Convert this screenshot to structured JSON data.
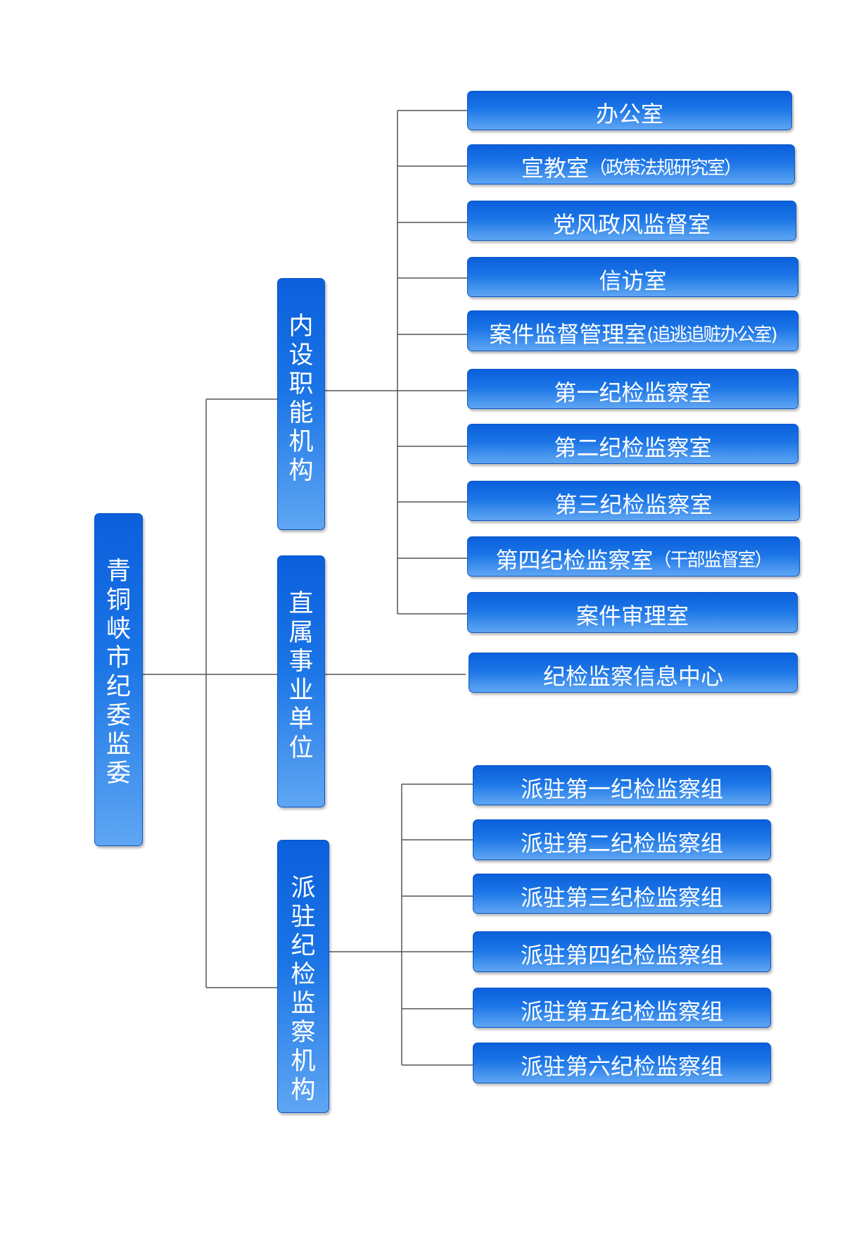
{
  "root": {
    "chars": [
      "青",
      "铜",
      "峡",
      "市",
      "纪",
      "委",
      "监",
      "委"
    ]
  },
  "groups": [
    {
      "chars": [
        "内",
        "设",
        "职",
        "能",
        "机",
        "构"
      ],
      "items": [
        {
          "main": "办公室",
          "note": ""
        },
        {
          "main": "宣教室",
          "note": "（政策法规研究室）"
        },
        {
          "main": "党风政风监督室",
          "note": ""
        },
        {
          "main": "信访室",
          "note": ""
        },
        {
          "main": "案件监督管理室",
          "note": "(追逃追赃办公室)"
        },
        {
          "main": "第一纪检监察室",
          "note": ""
        },
        {
          "main": "第二纪检监察室",
          "note": ""
        },
        {
          "main": "第三纪检监察室",
          "note": ""
        },
        {
          "main": "第四纪检监察室",
          "note": "（干部监督室）"
        },
        {
          "main": "案件审理室",
          "note": ""
        }
      ]
    },
    {
      "chars": [
        "直",
        "属",
        "事",
        "业",
        "单",
        "位"
      ],
      "items": [
        {
          "main": "纪检监察信息中心",
          "note": ""
        }
      ]
    },
    {
      "chars": [
        "派",
        "驻",
        "纪",
        "检",
        "监",
        "察",
        "机",
        "构"
      ],
      "items": [
        {
          "main": "派驻第一纪检监察组",
          "note": ""
        },
        {
          "main": "派驻第二纪检监察组",
          "note": ""
        },
        {
          "main": "派驻第三纪检监察组",
          "note": ""
        },
        {
          "main": "派驻第四纪检监察组",
          "note": ""
        },
        {
          "main": "派驻第五纪检监察组",
          "note": ""
        },
        {
          "main": "派驻第六纪检监察组",
          "note": ""
        }
      ]
    }
  ],
  "colors": {
    "box_top": "#0b5fdc",
    "box_bottom": "#5fa6f3",
    "connector": "#555555",
    "text": "#ffffff"
  }
}
